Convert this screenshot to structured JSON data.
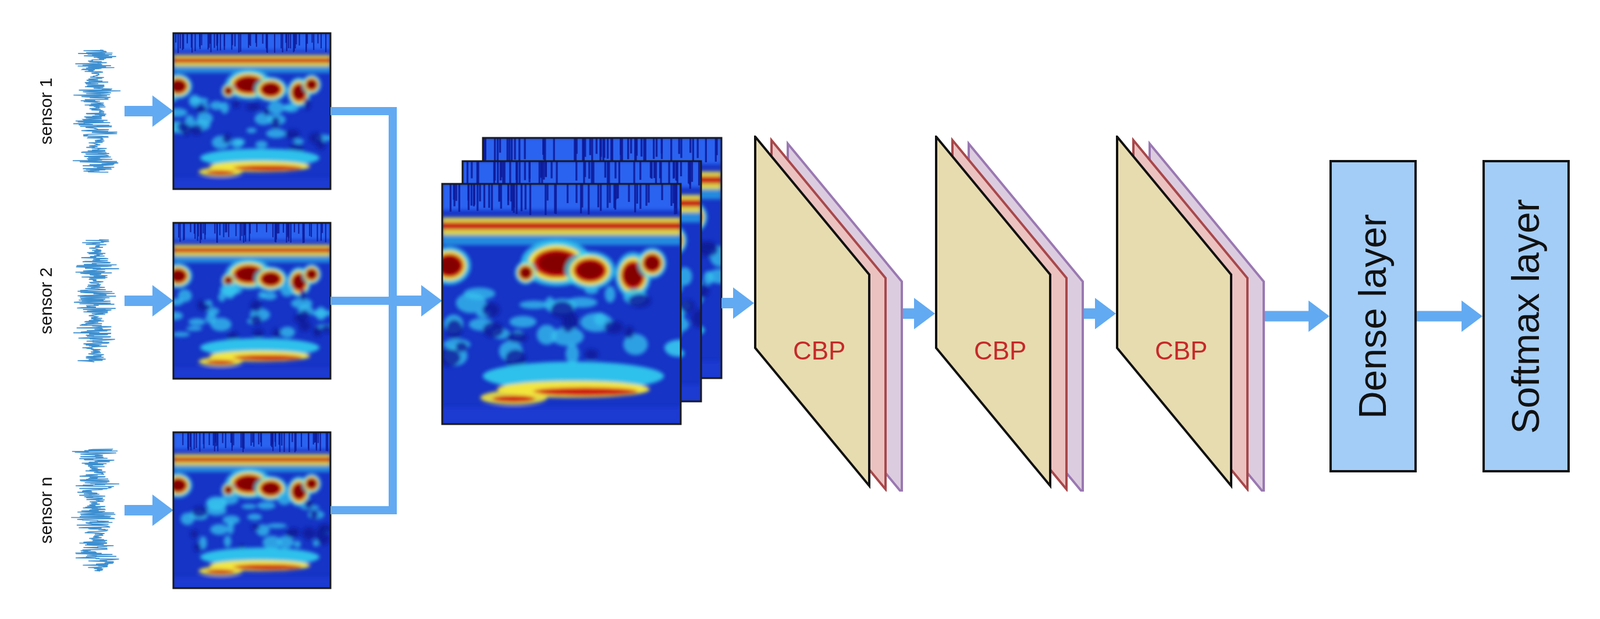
{
  "diagram": {
    "nodes": [
      {
        "text": [
          "CBP"
        ]
      },
      {
        "text": [
          "CBP"
        ]
      },
      {
        "text": [
          "CBP"
        ]
      },
      {
        "text": [
          "Dense layer"
        ]
      },
      {
        "text": [
          "Softmax layer"
        ]
      }
    ],
    "edges": [
      {
        "from": 0,
        "to": 1,
        "arrow": "to"
      },
      {
        "from": 1,
        "to": 2,
        "arrow": "to"
      },
      {
        "from": 2,
        "to": 3,
        "arrow": "to"
      },
      {
        "from": 3,
        "to": 4,
        "arrow": "to"
      }
    ],
    "labels": [
      "sensor 1",
      "sensor 2",
      "sensor n"
    ]
  }
}
